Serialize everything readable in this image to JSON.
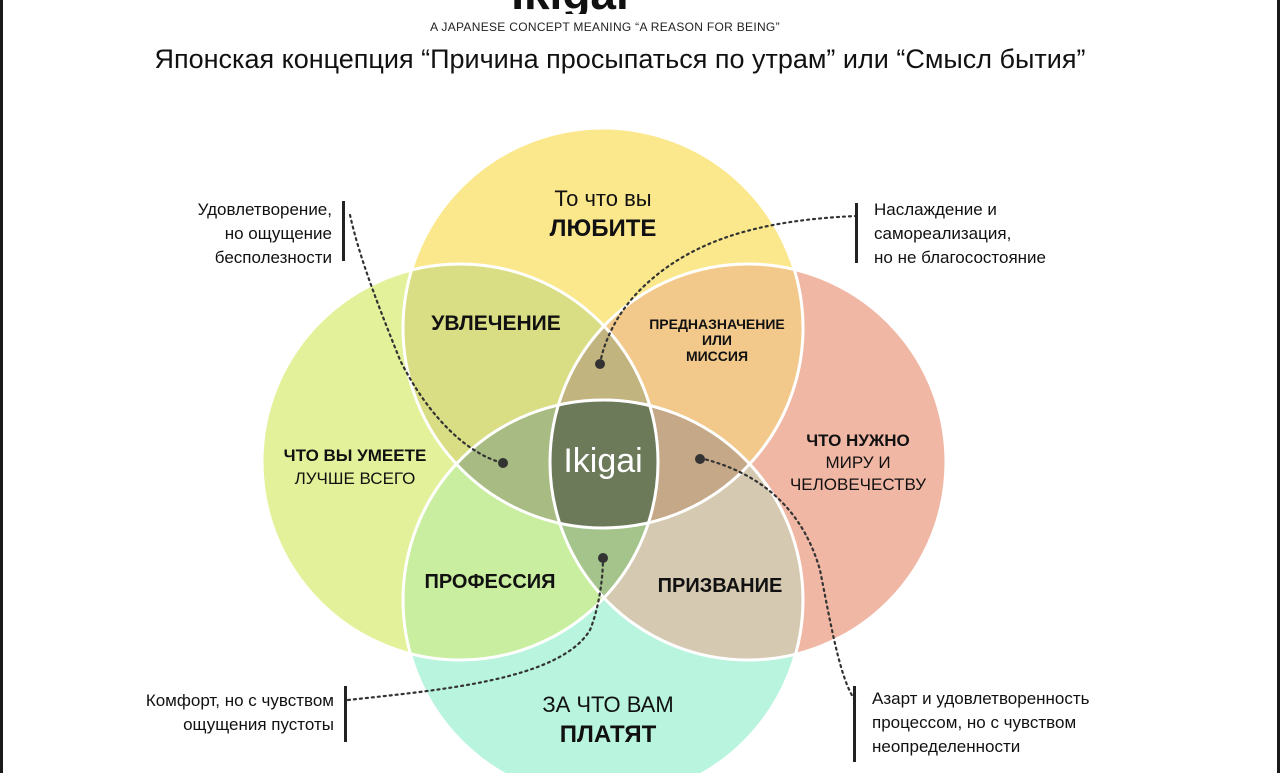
{
  "header": {
    "logo": "Ikigai",
    "subtitle": "A JAPANESE CONCEPT MEANING “A REASON FOR BEING”",
    "title": "Японская концепция “Причина просыпаться по утрам” или “Смысл бытия”"
  },
  "circles": {
    "love": {
      "line1": "То что вы",
      "line2": "ЛЮБИТЕ",
      "color": "#fbe88c"
    },
    "good_at": {
      "line1": "ЧТО ВЫ УМЕЕТЕ",
      "line2": "ЛУЧШЕ ВСЕГО",
      "color": "#e3f29a"
    },
    "world_needs": {
      "line1": "ЧТО НУЖНО",
      "line2": "МИРУ И",
      "line3": "ЧЕЛОВЕЧЕСТВУ",
      "color": "#f1b7a5"
    },
    "paid_for": {
      "line1": "ЗА ЧТО ВАМ",
      "line2": "ПЛАТЯТ",
      "color": "#b9f4df"
    }
  },
  "overlaps": {
    "passion": "УВЛЕЧЕНИЕ",
    "mission": {
      "line1": "ПРЕДНАЗНАЧЕНИЕ",
      "line2": "ИЛИ",
      "line3": "МИССИЯ"
    },
    "profession": "ПРОФЕССИЯ",
    "vocation": "ПРИЗВАНИЕ",
    "center": "Ikigai"
  },
  "notes": {
    "top_left": [
      "Удовлетворение,",
      "но ощущение",
      "бесполезности"
    ],
    "top_right": [
      "Наслаждение и",
      "самореализация,",
      "но не благосостояние"
    ],
    "bottom_left": [
      "Комфорт, но с чувством",
      "ощущения пустоты"
    ],
    "bottom_right": [
      "Азарт и удовлетворенность",
      "процессом, но с чувством",
      "неопределенности"
    ]
  },
  "colors": {
    "passion": "#d9dd84",
    "mission": "#f2c98a",
    "profession": "#c9ee9f",
    "vocation": "#d6c9b2",
    "love_skill_center": "#a7bb83",
    "love_world_center": "#c2b47e",
    "skill_paid_center": "#a4c48c",
    "world_paid_center": "#c5a888",
    "center": "#6d7a5a"
  }
}
